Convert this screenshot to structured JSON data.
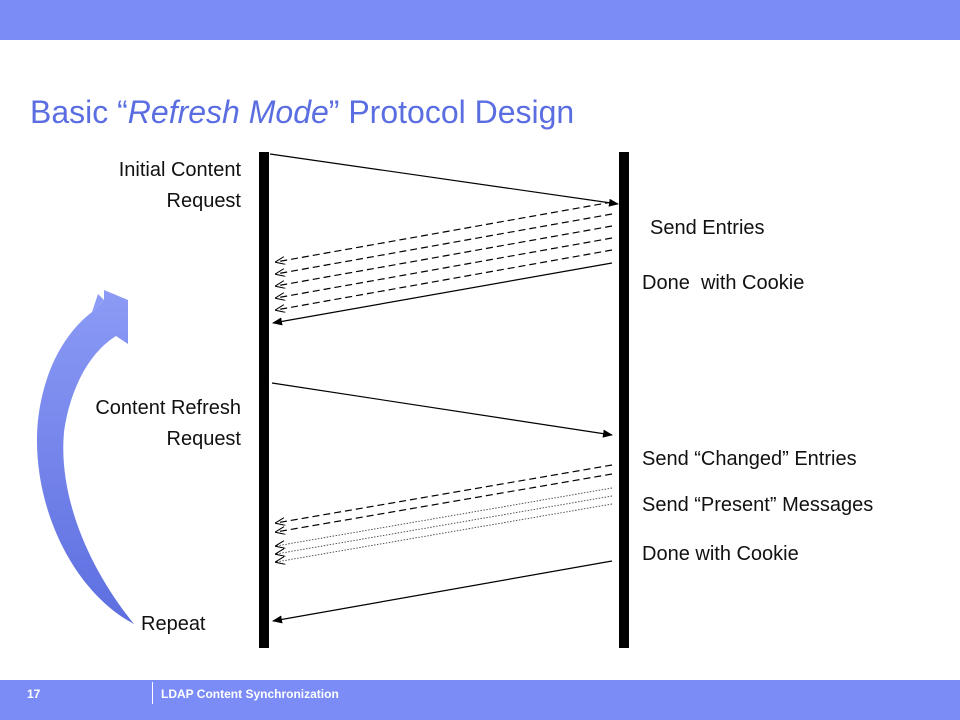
{
  "slide": {
    "title_prefix": "Basic “",
    "title_emphasis": "Refresh Mode",
    "title_suffix": "” Protocol Design"
  },
  "labels": {
    "initial_request_line1": "Initial Content",
    "initial_request_line2": "Request",
    "send_entries": "Send Entries",
    "done_with_cookie_1": "Done",
    "done_with_cookie_1b": "with Cookie",
    "refresh_request_line1": "Content Refresh",
    "refresh_request_line2": "Request",
    "send_changed_entries": "Send “Changed” Entries",
    "send_present_messages": "Send “Present” Messages",
    "done_with_cookie_2": "Done with Cookie",
    "repeat": "Repeat"
  },
  "footer": {
    "page_number": "17",
    "text": "LDAP Content Synchronization"
  },
  "colors": {
    "bar": "#7b8cf7",
    "title": "#5b6ee1",
    "arc_arrow": "#6f80ea"
  }
}
